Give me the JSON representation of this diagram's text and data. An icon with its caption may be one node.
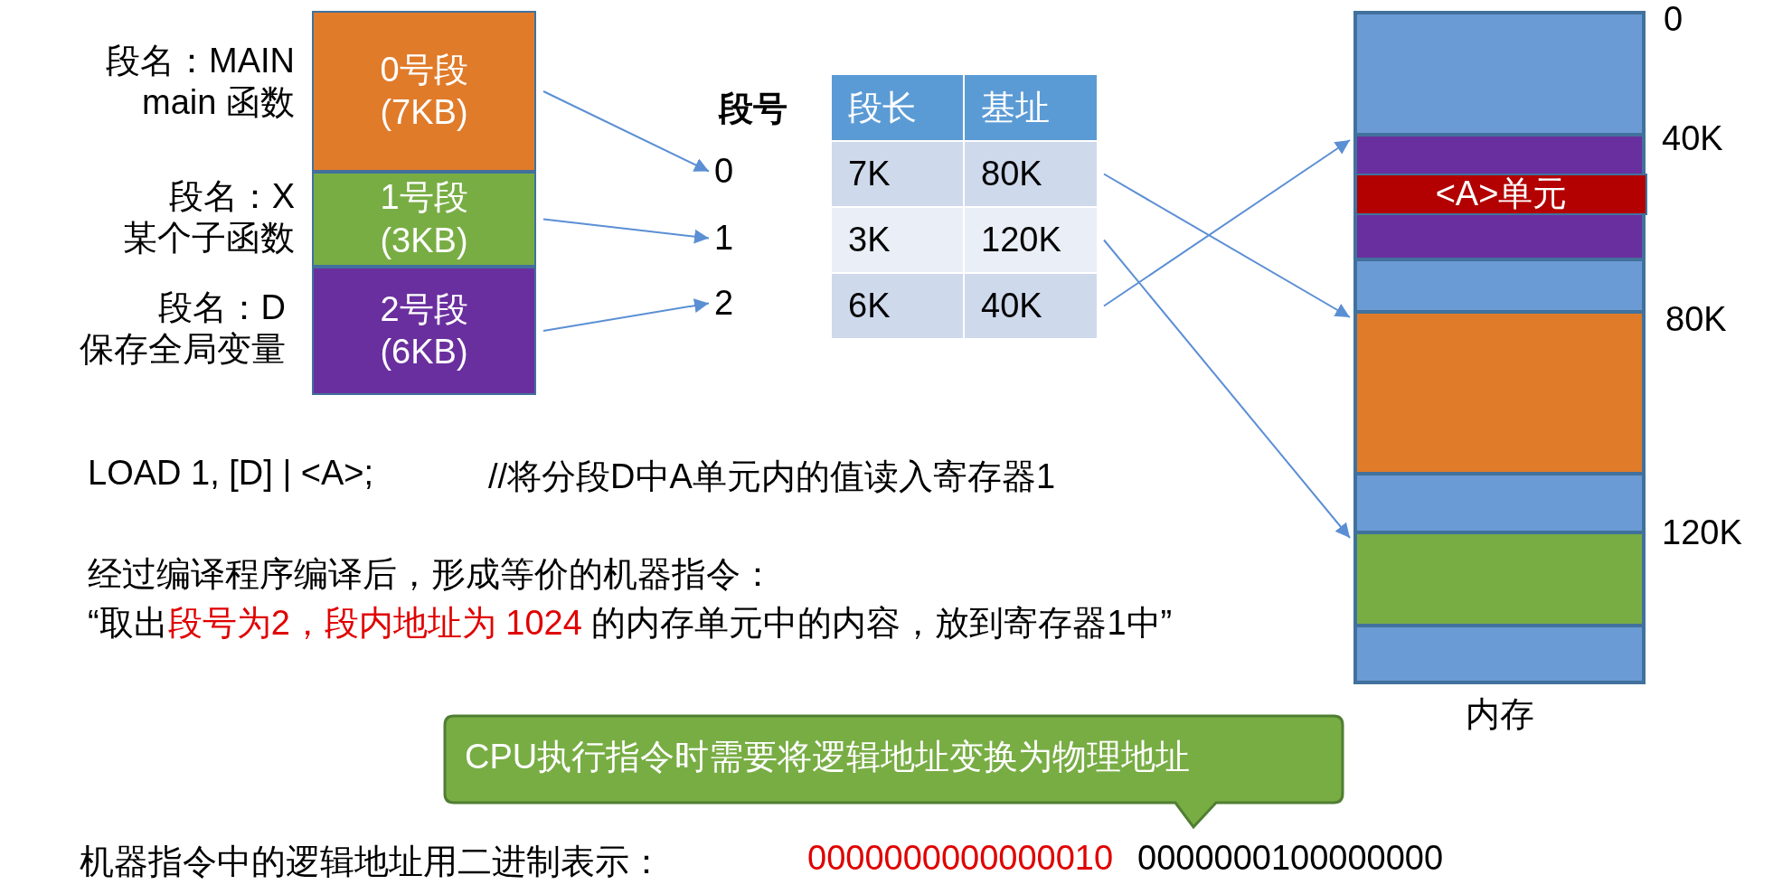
{
  "diagram": {
    "nodes": [
      {
        "text": [
          "0号段 (7KB)"
        ],
        "beside": [
          "段名：MAIN main 函数"
        ]
      },
      {
        "text": [
          "1号段 (3KB)"
        ],
        "beside": [
          "段名：X 某个子函数"
        ]
      },
      {
        "text": [
          "2号段 (6KB)"
        ],
        "beside": [
          "段名：D 保存全局变量"
        ]
      },
      {
        "text": [
          "0"
        ]
      },
      {
        "text": [
          "1"
        ]
      },
      {
        "text": [
          "2"
        ]
      },
      {
        "text": [
          "80K"
        ]
      },
      {
        "text": [
          "120K"
        ]
      },
      {
        "text": [
          "40K"
        ]
      },
      {
        "text": [
          "内存"
        ]
      },
      {
        "text": [],
        "shape": "box",
        "in": 9
      },
      {
        "text": [],
        "shape": "box",
        "in": 9
      },
      {
        "text": [
          "<A>单元"
        ],
        "in": 11
      },
      {
        "text": [],
        "shape": "box",
        "in": 9
      },
      {
        "text": [],
        "shape": "box",
        "in": 9
      },
      {
        "text": [],
        "shape": "box",
        "in": 9
      },
      {
        "text": [],
        "shape": "box",
        "in": 9
      },
      {
        "text": [],
        "shape": "box",
        "in": 9
      },
      {
        "text": [
          "CPU执行指令时需要将逻辑地址变换为物理地址"
        ]
      }
    ],
    "edges": [
      {
        "from": 0,
        "to": 3,
        "arrow": "to"
      },
      {
        "from": 1,
        "to": 4,
        "arrow": "to"
      },
      {
        "from": 2,
        "to": 5,
        "arrow": "to"
      },
      {
        "from": 6,
        "to": 14,
        "arrow": "to"
      },
      {
        "from": 7,
        "to": 16,
        "arrow": "to"
      },
      {
        "from": 8,
        "to": 11,
        "arrow": "to"
      }
    ],
    "labels": [
      "段号",
      "段长",
      "基址",
      "7K",
      "3K",
      "6K",
      "0",
      "40K",
      "80K",
      "120K",
      "LOAD 1, [D] | <A>;",
      "//将分段D中A单元内的值读入寄存器1",
      "经过编译程序编译后，形成等价的机器指令：",
      "“取出",
      "段号为2，段内地址为 1024",
      "的内存单元中的内容，放到寄存器1中”",
      "机器指令中的逻辑地址用二进制表示：",
      "0000000000000010",
      "0000000100000000"
    ]
  }
}
